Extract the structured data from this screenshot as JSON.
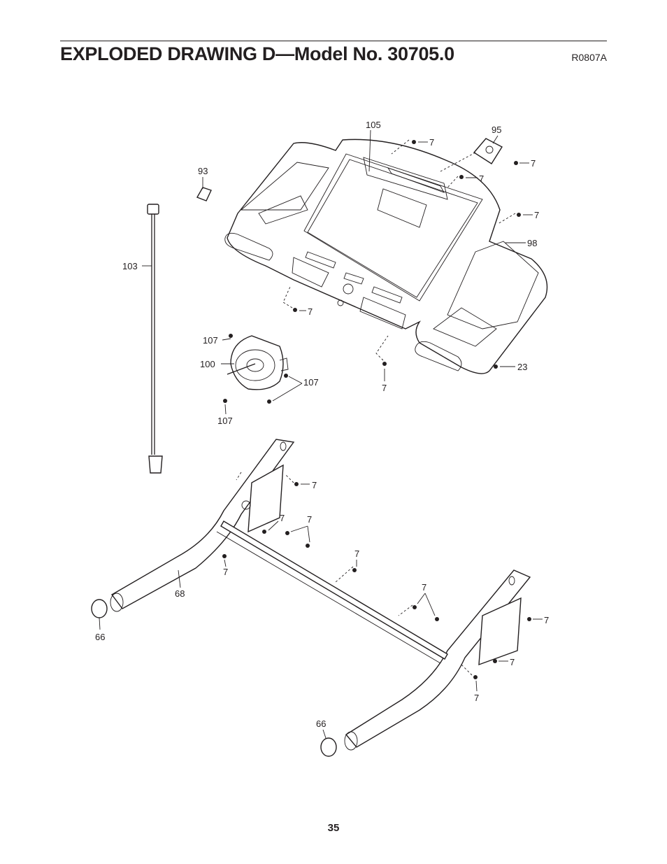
{
  "header": {
    "title": "EXPLODED DRAWING D—Model No. 30705.0",
    "drawing_code": "R0807A"
  },
  "footer": {
    "page_number": "35"
  },
  "callouts": {
    "c105": "105",
    "c95": "95",
    "c93": "93",
    "c103": "103",
    "c98": "98",
    "c23": "23",
    "c100": "100",
    "c107a": "107",
    "c107b": "107",
    "c107c": "107",
    "c68": "68",
    "c66a": "66",
    "c66b": "66",
    "c7a": "7",
    "c7b": "7",
    "c7c": "7",
    "c7d": "7",
    "c7e": "7",
    "c7f": "7",
    "c7g": "7",
    "c7h": "7",
    "c7i": "7",
    "c7j": "7",
    "c7k": "7",
    "c7l": "7",
    "c7m": "7",
    "c7n": "7",
    "c7o": "7"
  }
}
